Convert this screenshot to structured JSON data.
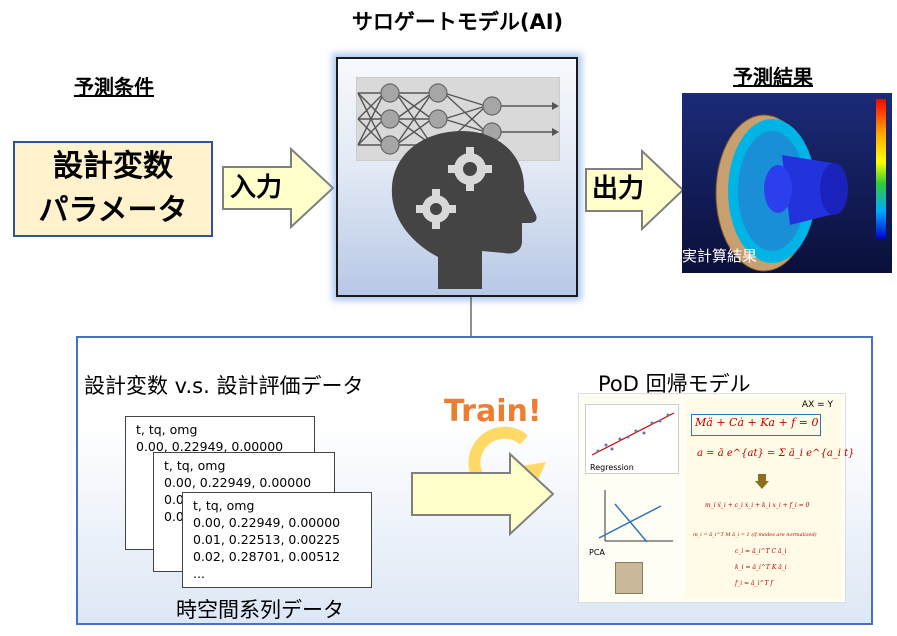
{
  "header": {
    "model_title": "サロゲートモデル(AI)",
    "input_heading": "予測条件",
    "output_heading": "予測結果"
  },
  "inputs": {
    "line1": "設計変数",
    "line2": "パラメータ"
  },
  "arrows": {
    "input_label": "入力",
    "output_label": "出力"
  },
  "result_image": {
    "caption": "実計算結果"
  },
  "training": {
    "source_label": "設計変数 v.s. 設計評価データ",
    "timeseries_label": "時空間系列データ",
    "train_label": "Train!",
    "pod_label": "PoD 回帰モデル",
    "pod_sections": [
      "Regression",
      "PCA"
    ],
    "pod_equation": "AX = Y",
    "cards": [
      {
        "header": "t, tq, omg",
        "rows": [
          "0.00, 0.22949, 0.00000"
        ]
      },
      {
        "header": "t, tq, omg",
        "rows": [
          "0.00, 0.22949, 0.00000",
          "0.0",
          "0.0"
        ]
      },
      {
        "header": "t, tq, omg",
        "rows": [
          "0.00, 0.22949, 0.00000",
          "0.01, 0.22513, 0.00225",
          "0.02, 0.28701, 0.00512",
          "..."
        ]
      }
    ]
  },
  "colors": {
    "arrow_fill": "#ffffcc",
    "arrow_stroke": "#7f7f7f",
    "panel_border": "#4472c4",
    "train_orange": "#ed7d31",
    "params_fill": "#fff2cc"
  }
}
